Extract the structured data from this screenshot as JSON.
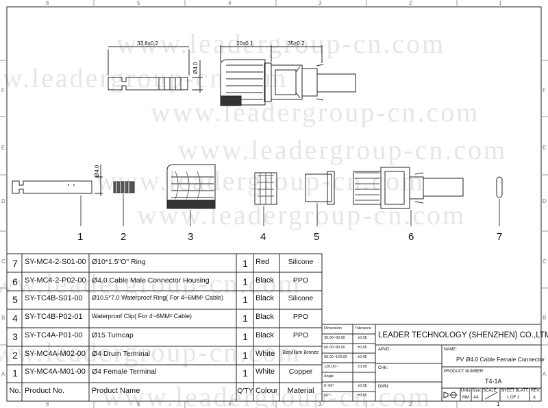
{
  "watermark": "www.leadergroup-cn.com",
  "frame": {
    "zones_top": [
      "6",
      "5",
      "4",
      "3",
      "2",
      "1"
    ],
    "zones_side": [
      "F",
      "E",
      "D",
      "C",
      "B",
      "A"
    ]
  },
  "dimensions": {
    "terminal_length": "33.8±0.2",
    "terminal_dia": "Ø4.0",
    "cap_length": "20±0.1",
    "housing_length": "35±0.2",
    "terminal_dia_exploded": "Ø4.0"
  },
  "part_labels": [
    "1",
    "2",
    "3",
    "4",
    "5",
    "6",
    "7"
  ],
  "bom": {
    "header": {
      "no": "No.",
      "product_no": "Product  No.",
      "product_name": "Product  Name",
      "qty": "Q'TY",
      "colour": "Colour",
      "material": "Material"
    },
    "rows": [
      {
        "no": "7",
        "product_no": "SY-MC4-2-S01-00",
        "product_name": "Ø10*1.5\"O\" Ring",
        "qty": "1",
        "colour": "Red",
        "material": "Silicone"
      },
      {
        "no": "6",
        "product_no": "SY-MC4-2-P02-00",
        "product_name": "Ø4.0 Cable Male Connector Housing",
        "qty": "1",
        "colour": "Black",
        "material": "PPO"
      },
      {
        "no": "5",
        "product_no": "SY-TC4B-S01-00",
        "product_name": "Ø10.5*7.0  Waterproof  Ring( For 4~6MM² Cable)",
        "qty": "1",
        "colour": "Black",
        "material": "Silicone"
      },
      {
        "no": "4",
        "product_no": "SY-TC4B-P02-01",
        "product_name": "Waterproof  Clip( For 4~6MM² Cable)",
        "qty": "1",
        "colour": "Black",
        "material": "PPO"
      },
      {
        "no": "3",
        "product_no": "SY-TC4A-P01-00",
        "product_name": "Ø15  Turncap",
        "qty": "1",
        "colour": "Black",
        "material": "PPO"
      },
      {
        "no": "2",
        "product_no": "SY-MC4A-M02-00",
        "product_name": "Ø4 Drum Terminal",
        "qty": "1",
        "colour": "White",
        "material": "Beryllium Bronze"
      },
      {
        "no": "1",
        "product_no": "SY-MC4A-M01-00",
        "product_name": "Ø4 Female Terminal",
        "qty": "1",
        "colour": "White",
        "material": "Copper"
      }
    ]
  },
  "tolerance": {
    "header": [
      "Dimension",
      "Tolerance"
    ],
    "rows": [
      [
        "30.00~60.00",
        "±0.05"
      ],
      [
        "60.00~90.00",
        "±0.05"
      ],
      [
        "90.00~120.00",
        "±0.05"
      ],
      [
        "120.00~",
        "±0.05"
      ],
      [
        "Angle",
        ""
      ],
      [
        "0~60°",
        "±0.05"
      ],
      [
        "60°~",
        "±0.05"
      ]
    ]
  },
  "title_block": {
    "company": "LEADER TECHNOLOGY (SHENZHEN) CO.,LTMITED",
    "apvd": "APVD:",
    "chk": "CHK:",
    "dwn": "DWN:",
    "name_label": "NAME:",
    "name": "PV Ø4.0 Cable Female Connector",
    "product_number_label": "PRODUCT NUMBER:",
    "product_number": "T4-1A",
    "units_label": "Units:",
    "units": "MM",
    "size_label": "Size:",
    "size": "A4",
    "scale_label": "SCALE:",
    "sheet_label": "SHEET BLATT:",
    "sheet": "1  OF  1",
    "rev_label": "REV:",
    "rev": "A"
  }
}
